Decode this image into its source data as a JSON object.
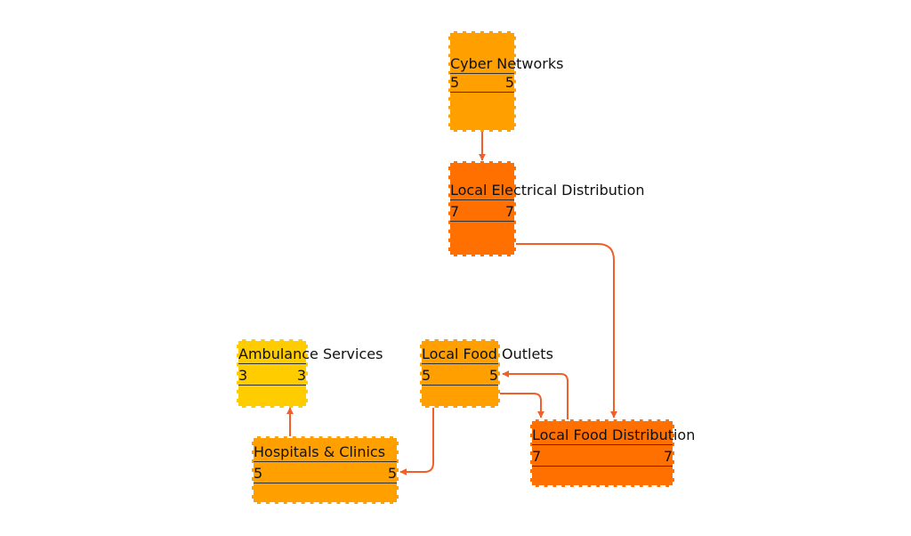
{
  "colors": {
    "edge": "#f0602a",
    "level_3": "#ffcc00",
    "level_5": "#ffa000",
    "level_7": "#ff7000"
  },
  "nodes": {
    "cyber": {
      "label": "Cyber Networks",
      "left": "5",
      "right": "5",
      "color": "#ffa000"
    },
    "electrical": {
      "label": "Local Electrical Distribution",
      "left": "7",
      "right": "7",
      "color": "#ff7000"
    },
    "ambulance": {
      "label": "Ambulance Services",
      "left": "3",
      "right": "3",
      "color": "#ffcc00"
    },
    "outlets": {
      "label": "Local Food Outlets",
      "left": "5",
      "right": "5",
      "color": "#ffa000"
    },
    "hospitals": {
      "label": "Hospitals & Clinics",
      "left": "5",
      "right": "5",
      "color": "#ffa000"
    },
    "fooddist": {
      "label": "Local Food Distribution",
      "left": "7",
      "right": "7",
      "color": "#ff7000"
    }
  },
  "edges": [
    {
      "from": "cyber",
      "to": "electrical"
    },
    {
      "from": "electrical",
      "to": "fooddist"
    },
    {
      "from": "outlets",
      "to": "fooddist"
    },
    {
      "from": "fooddist",
      "to": "outlets"
    },
    {
      "from": "outlets",
      "to": "hospitals"
    },
    {
      "from": "hospitals",
      "to": "ambulance"
    }
  ]
}
